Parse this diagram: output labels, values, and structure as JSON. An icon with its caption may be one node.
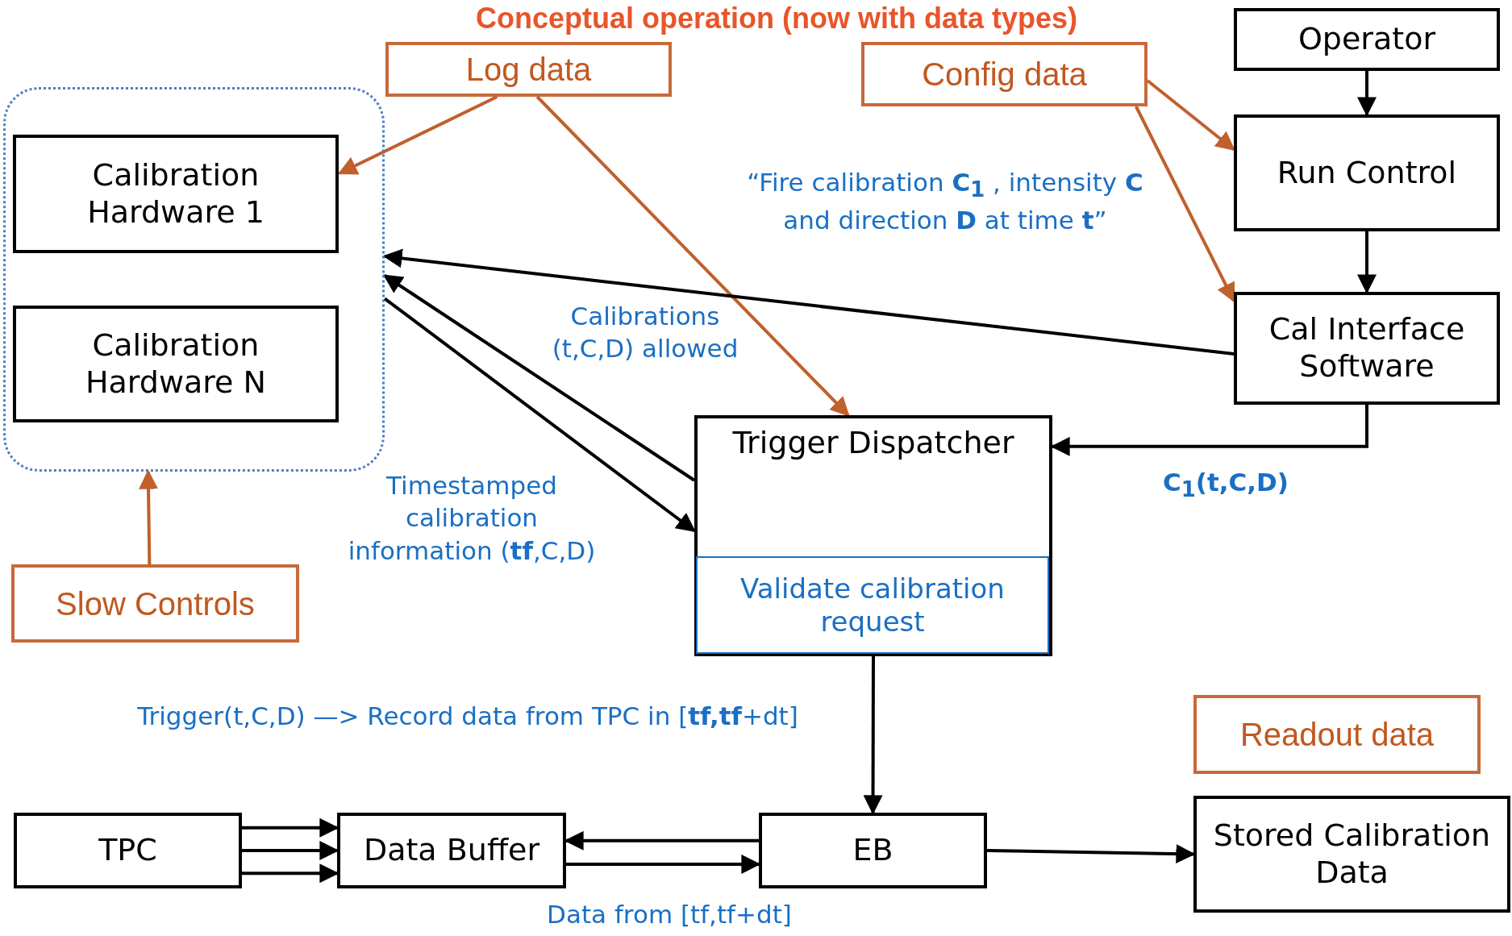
{
  "diagram": {
    "title": "Conceptual operation (now with data types)",
    "nodes": [
      {
        "text": [
          "Log data"
        ]
      },
      {
        "text": [
          "Config data"
        ]
      },
      {
        "text": [
          "Operator"
        ]
      },
      {
        "text": [],
        "shape": "box"
      },
      {
        "text": [
          "Calibration Hardware 1"
        ],
        "in": 3
      },
      {
        "text": [
          "Calibration Hardware N"
        ],
        "in": 3
      },
      {
        "text": [
          "Run Control"
        ]
      },
      {
        "text": [
          "Cal Interface Software"
        ]
      },
      {
        "text": [
          "Trigger Dispatcher"
        ]
      },
      {
        "text": [
          "Validate calibration request"
        ],
        "in": 8
      },
      {
        "text": [
          "Slow Controls"
        ]
      },
      {
        "text": [
          "Readout data"
        ]
      },
      {
        "text": [
          "TPC"
        ]
      },
      {
        "text": [
          "Data Buffer"
        ]
      },
      {
        "text": [
          "EB"
        ]
      },
      {
        "text": [
          "Stored Calibration Data"
        ]
      }
    ],
    "edges": [
      {
        "from": 0,
        "to": 4,
        "arrow": "to",
        "color": "#c0602c"
      },
      {
        "from": 0,
        "to": 8,
        "arrow": "to",
        "color": "#c0602c"
      },
      {
        "from": 1,
        "to": 6,
        "arrow": "to",
        "color": "#c0602c"
      },
      {
        "from": 1,
        "to": 7,
        "arrow": "to",
        "color": "#c0602c"
      },
      {
        "from": 2,
        "to": 6,
        "arrow": "to"
      },
      {
        "from": 6,
        "to": 7,
        "arrow": "to"
      },
      {
        "from": 7,
        "to": 3,
        "arrow": "to",
        "label": "“Fire calibration **C$_{1}$** , intensity **C** and direction **D** at time **t**”"
      },
      {
        "from": 8,
        "to": 3,
        "arrow": "to",
        "label": "Calibrations (t,C,D) allowed"
      },
      {
        "from": 3,
        "to": 8,
        "arrow": "to",
        "label": "Timestamped calibration information (**tf**,C,D)"
      },
      {
        "from": 7,
        "to": 8,
        "arrow": "to",
        "label": "C$_{1}$(t,C,D)"
      },
      {
        "from": 10,
        "to": 3,
        "arrow": "to",
        "color": "#c0602c"
      },
      {
        "from": 8,
        "to": 14,
        "arrow": "to"
      },
      {
        "from": 12,
        "to": 13,
        "arrow": "to"
      },
      {
        "from": 12,
        "to": 13,
        "arrow": "to"
      },
      {
        "from": 12,
        "to": 13,
        "arrow": "to"
      },
      {
        "from": 14,
        "to": 13,
        "arrow": "to"
      },
      {
        "from": 13,
        "to": 14,
        "arrow": "to"
      },
      {
        "from": 14,
        "to": 15,
        "arrow": "to"
      }
    ],
    "labels": [
      "Trigger(t,C,D) —> Record data from TPC in [**tf,tf**+dt]",
      "Data from [tf,tf+dt]"
    ]
  }
}
